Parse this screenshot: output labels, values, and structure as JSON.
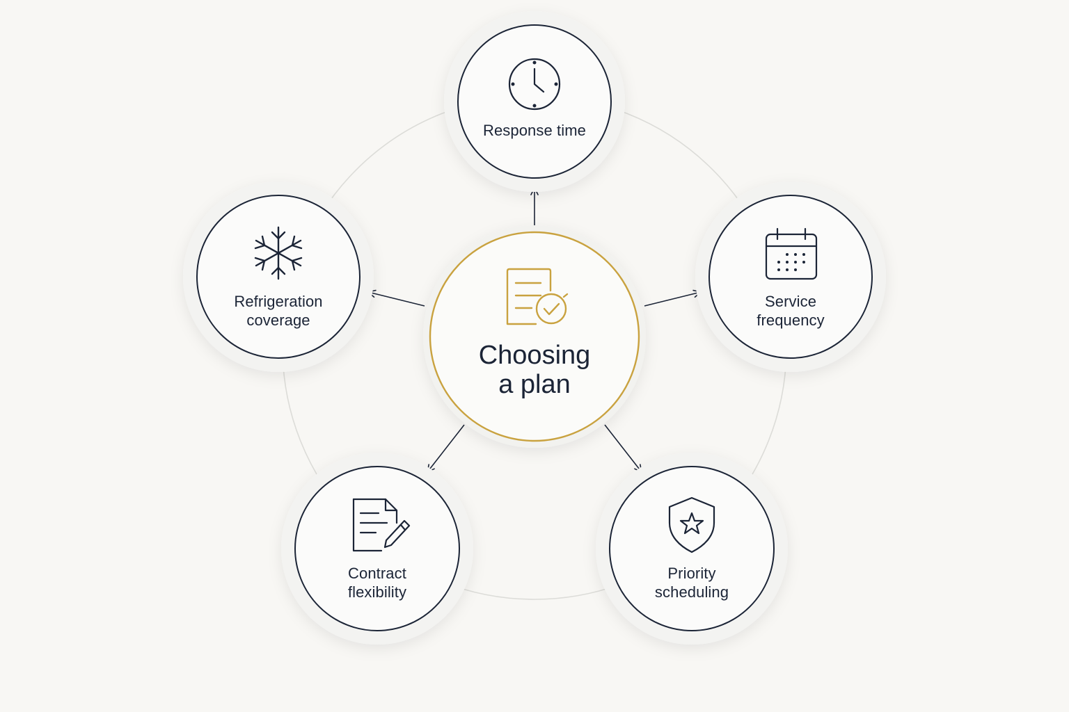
{
  "center": {
    "title_line1": "Choosing",
    "title_line2": "a plan",
    "icon": "document-check-icon",
    "accent_color": "#c9a23f"
  },
  "nodes": [
    {
      "line1": "Response time",
      "line2": "",
      "icon": "clock-icon"
    },
    {
      "line1": "Service",
      "line2": "frequency",
      "icon": "calendar-icon"
    },
    {
      "line1": "Priority",
      "line2": "scheduling",
      "icon": "shield-star-icon"
    },
    {
      "line1": "Contract",
      "line2": "flexibility",
      "icon": "document-edit-icon"
    },
    {
      "line1": "Refrigeration",
      "line2": "coverage",
      "icon": "snowflake-icon"
    }
  ],
  "colors": {
    "background": "#f8f7f4",
    "outline": "#1b2436",
    "accent": "#c9a23f",
    "ring": "#d9d9d6"
  }
}
